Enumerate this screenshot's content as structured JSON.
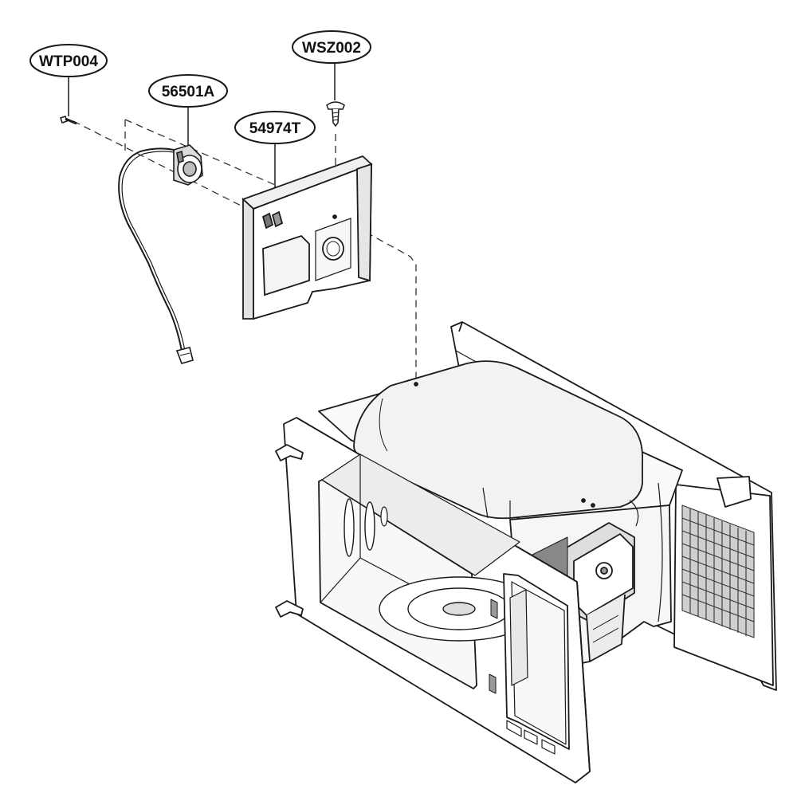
{
  "diagram": {
    "callouts": [
      {
        "id": "wtp004",
        "text": "WTP004"
      },
      {
        "id": "wsz002",
        "text": "WSZ002"
      },
      {
        "id": "56501a",
        "text": "56501A"
      },
      {
        "id": "54974t",
        "text": "54974T"
      }
    ],
    "colors": {
      "line": "#1a1a1a",
      "fill": "#ffffff",
      "shade": "#e9e9e9",
      "dark": "#444444"
    }
  }
}
